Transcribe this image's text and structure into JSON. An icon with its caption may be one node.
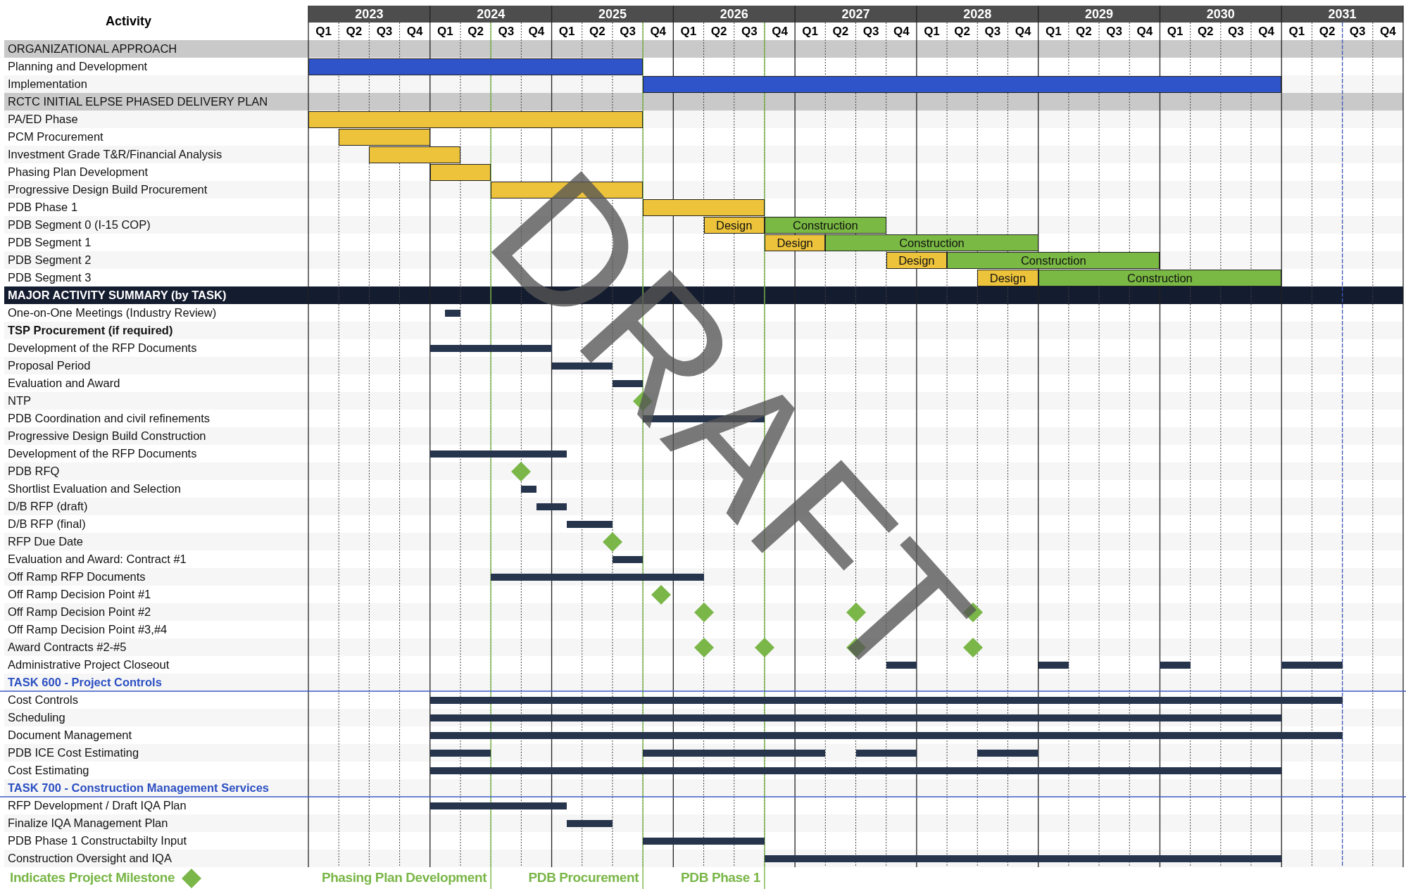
{
  "diagram": {
    "nodes": [
      {
        "text": [
          "ORGANIZATIONAL APPROACH"
        ]
      },
      {
        "text": [],
        "shape": "bar"
      },
      {
        "text": [],
        "shape": "bar"
      },
      {
        "text": [
          "RCTC INITIAL ELPSE PHASED DELIVERY PLAN"
        ]
      },
      {
        "text": [],
        "shape": "bar"
      },
      {
        "text": [],
        "shape": "bar"
      },
      {
        "text": [],
        "shape": "bar"
      },
      {
        "text": [],
        "shape": "bar"
      },
      {
        "text": [],
        "shape": "bar"
      },
      {
        "text": [],
        "shape": "bar"
      },
      {
        "text": [
          "Design"
        ]
      },
      {
        "text": [
          "Construction"
        ]
      },
      {
        "text": [
          "Design"
        ]
      },
      {
        "text": [
          "Construction"
        ]
      },
      {
        "text": [
          "Design"
        ]
      },
      {
        "text": [
          "Construction"
        ]
      },
      {
        "text": [
          "Design"
        ]
      },
      {
        "text": [
          "Construction"
        ]
      },
      {
        "text": [
          "MAJOR ACTIVITY SUMMARY (by TASK)"
        ]
      },
      {
        "text": [],
        "shape": "bar"
      },
      {
        "text": [],
        "shape": "bar"
      },
      {
        "text": [],
        "shape": "bar"
      },
      {
        "text": [],
        "shape": "bar"
      },
      {
        "text": [],
        "shape": "diamond"
      },
      {
        "text": [],
        "shape": "bar"
      },
      {
        "text": [],
        "shape": "bar"
      },
      {
        "text": [],
        "shape": "diamond"
      },
      {
        "text": [],
        "shape": "bar"
      },
      {
        "text": [],
        "shape": "bar"
      },
      {
        "text": [],
        "shape": "bar"
      },
      {
        "text": [],
        "shape": "diamond"
      },
      {
        "text": [],
        "shape": "bar"
      },
      {
        "text": [],
        "shape": "bar"
      },
      {
        "text": [],
        "shape": "diamond"
      },
      {
        "text": [],
        "shape": "diamond"
      },
      {
        "text": [],
        "shape": "diamond"
      },
      {
        "text": [],
        "shape": "diamond"
      },
      {
        "text": [],
        "shape": "diamond"
      },
      {
        "text": [],
        "shape": "diamond"
      },
      {
        "text": [],
        "shape": "diamond"
      },
      {
        "text": [],
        "shape": "diamond"
      },
      {
        "text": [],
        "shape": "bar"
      },
      {
        "text": [],
        "shape": "bar"
      },
      {
        "text": [],
        "shape": "bar"
      },
      {
        "text": [],
        "shape": "bar"
      },
      {
        "text": [],
        "shape": "bar"
      },
      {
        "text": [],
        "shape": "bar"
      },
      {
        "text": [],
        "shape": "bar"
      },
      {
        "text": [],
        "shape": "bar"
      },
      {
        "text": [],
        "shape": "bar"
      },
      {
        "text": [],
        "shape": "bar"
      },
      {
        "text": [],
        "shape": "bar"
      },
      {
        "text": [],
        "shape": "bar"
      },
      {
        "text": [],
        "shape": "bar"
      },
      {
        "text": [],
        "shape": "bar"
      },
      {
        "text": [],
        "shape": "bar"
      },
      {
        "text": [],
        "shape": "bar"
      }
    ],
    "labels": [
      "Activity",
      "2023",
      "2024",
      "2025",
      "2026",
      "2027",
      "2028",
      "2029",
      "2030",
      "2031",
      "Q1",
      "Q2",
      "Q3",
      "Q4",
      "Q1",
      "Q2",
      "Q3",
      "Q4",
      "Q1",
      "Q2",
      "Q3",
      "Q4",
      "Q1",
      "Q2",
      "Q3",
      "Q4",
      "Q1",
      "Q2",
      "Q3",
      "Q4",
      "Q1",
      "Q2",
      "Q3",
      "Q4",
      "Q1",
      "Q2",
      "Q3",
      "Q4",
      "Q1",
      "Q2",
      "Q3",
      "Q4",
      "Q1",
      "Q2",
      "Q3",
      "Q4",
      "Planning and Development",
      "Implementation",
      "PA/ED Phase",
      "PCM Procurement",
      "Investment Grade T&R/Financial Analysis",
      "Phasing Plan Development",
      "Progressive Design Build Procurement",
      "PDB Phase 1",
      "PDB Segment 0 (I-15 COP)",
      "PDB Segment 1",
      "PDB Segment 2",
      "PDB Segment 3",
      "One-on-One Meetings (Industry Review)",
      "TSP Procurement (if required)",
      "Development of the RFP Documents",
      "Proposal Period",
      "Evaluation and Award",
      "NTP",
      "PDB Coordination and civil refinements",
      "Progressive Design Build Construction",
      "Development of the RFP Documents",
      "PDB RFQ",
      "Shortlist Evaluation and Selection",
      "D/B RFP (draft)",
      "D/B RFP (final)",
      "RFP Due Date",
      "Evaluation and Award: Contract #1",
      "Off Ramp RFP Documents",
      "Off Ramp Decision Point #1",
      "Off Ramp Decision Point #2",
      "Off Ramp Decision Point #3,#4",
      "Award  Contracts #2-#5",
      "Administrative Project Closeout",
      "TASK 600 - Project Controls",
      "Cost Controls",
      "Scheduling",
      "Document Management",
      "PDB ICE Cost Estimating",
      "Cost Estimating",
      "TASK 700 - Construction Management Services",
      "RFP Development / Draft IQA Plan",
      "Finalize IQA Management Plan",
      "PDB Phase 1 Constructabilty Input",
      "Construction Oversight and IQA",
      "Phasing Plan Development",
      "PDB Procurement",
      "PDB Phase 1",
      "DRAFT"
    ],
    "legend": [
      {
        "text": "Indicates Project Milestone"
      }
    ]
  }
}
